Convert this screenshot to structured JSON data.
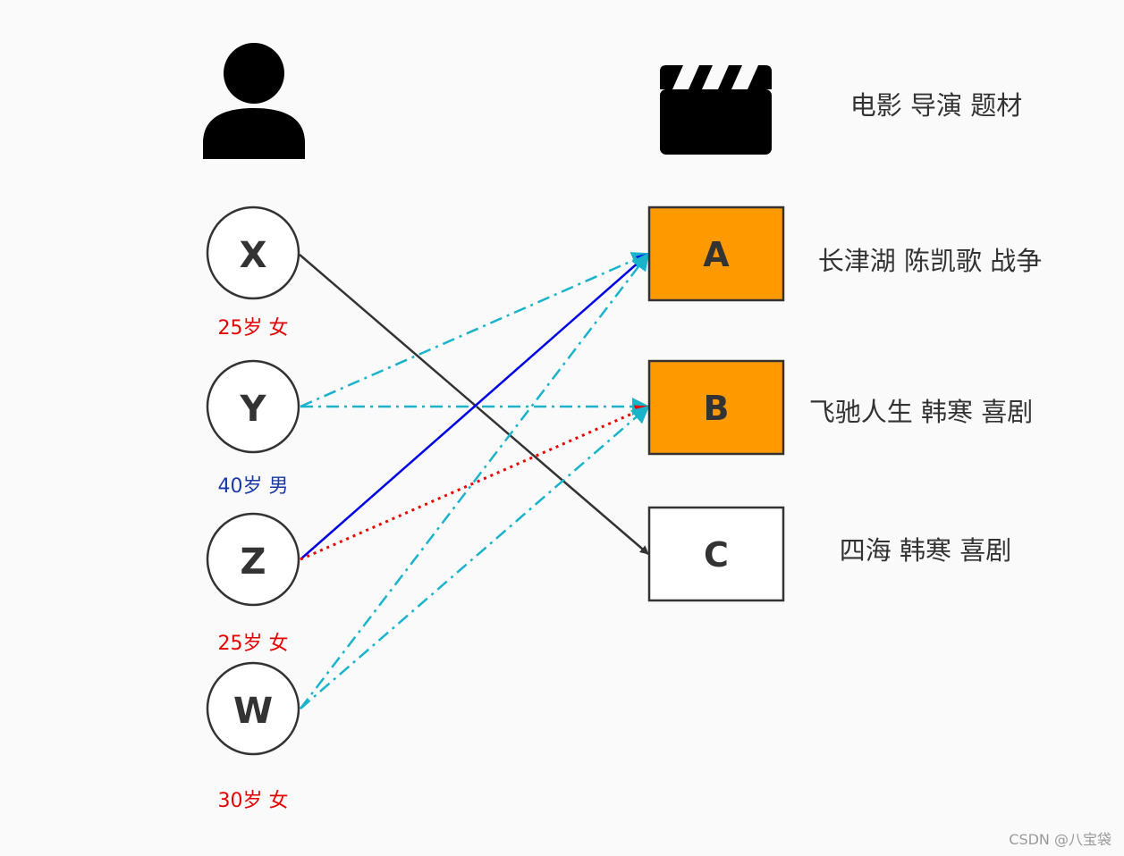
{
  "colors": {
    "background": "#fafafa",
    "highlight_fill": "#ff9900",
    "plain_fill": "#ffffff",
    "outline": "#333333",
    "female_label": "#e60000",
    "male_label": "#1a3aa8",
    "solid_link_blue": "#0000e6",
    "dashdot_link": "#19b3cc",
    "dotted_link": "#ee0000",
    "x_link": "#333333"
  },
  "icons": {
    "user": "person-icon",
    "movie": "clapperboard-icon"
  },
  "header": {
    "movie_attributes": "电影 导演 题材"
  },
  "users": [
    {
      "id": "X",
      "label": "25岁 女",
      "gender": "female"
    },
    {
      "id": "Y",
      "label": "40岁 男",
      "gender": "male"
    },
    {
      "id": "Z",
      "label": "25岁 女",
      "gender": "female"
    },
    {
      "id": "W",
      "label": "30岁 女",
      "gender": "female"
    }
  ],
  "movies": [
    {
      "id": "A",
      "info": "长津湖 陈凯歌 战争",
      "highlighted": true
    },
    {
      "id": "B",
      "info": "飞驰人生 韩寒 喜剧",
      "highlighted": true
    },
    {
      "id": "C",
      "info": "四海 韩寒 喜剧",
      "highlighted": false
    }
  ],
  "edges": [
    {
      "from": "X",
      "to": "C",
      "style": "solid-dark"
    },
    {
      "from": "Y",
      "to": "A",
      "style": "dashdot-cyan"
    },
    {
      "from": "Y",
      "to": "B",
      "style": "dashdot-cyan"
    },
    {
      "from": "Z",
      "to": "A",
      "style": "solid-blue"
    },
    {
      "from": "Z",
      "to": "B",
      "style": "dotted-red"
    },
    {
      "from": "W",
      "to": "A",
      "style": "dashdot-cyan"
    },
    {
      "from": "W",
      "to": "B",
      "style": "dashdot-cyan"
    }
  ],
  "watermark": "CSDN @八宝袋"
}
